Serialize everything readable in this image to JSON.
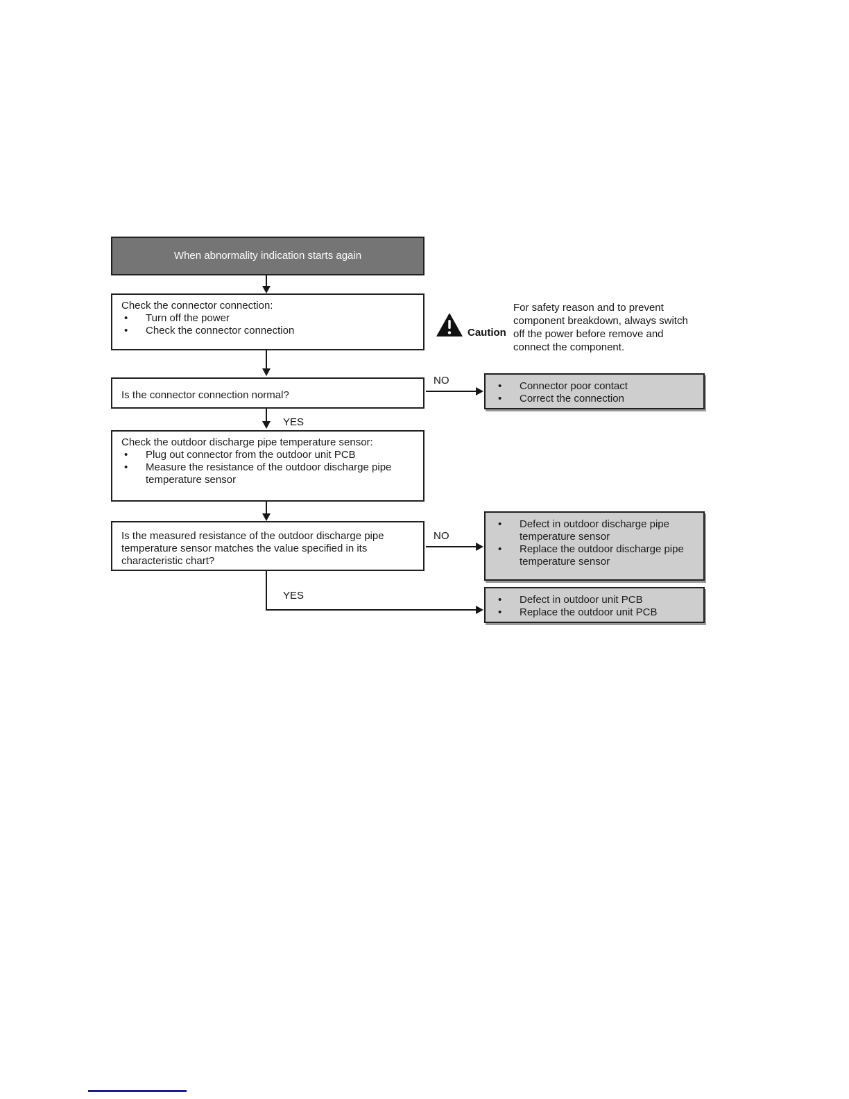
{
  "flowchart": {
    "start": {
      "label": "When abnormality indication starts again"
    },
    "step1": {
      "title": "Check the connector connection:",
      "bullets": [
        "Turn off the power",
        "Check the connector connection"
      ]
    },
    "decision1": {
      "question": "Is the connector connection normal?",
      "no_label": "NO",
      "yes_label": "YES"
    },
    "result1": {
      "bullets": [
        "Connector poor contact",
        "Correct the connection"
      ]
    },
    "step2": {
      "title": "Check the outdoor discharge pipe temperature sensor:",
      "bullets": [
        "Plug out connector from the outdoor unit PCB",
        "Measure the resistance of the outdoor discharge pipe temperature sensor"
      ]
    },
    "decision2": {
      "question": "Is the measured resistance of the outdoor discharge pipe temperature sensor matches the value specified in its characteristic chart?",
      "no_label": "NO",
      "yes_label": "YES"
    },
    "result2": {
      "bullets": [
        "Defect in outdoor discharge pipe temperature sensor",
        "Replace the outdoor discharge pipe temperature sensor"
      ]
    },
    "result3": {
      "bullets": [
        "Defect in outdoor unit PCB",
        "Replace the outdoor unit PCB"
      ]
    }
  },
  "caution": {
    "label": "Caution",
    "icon": "warning-triangle-icon",
    "text": "For safety reason and to prevent component breakdown, always switch off the power before remove and connect the component."
  },
  "colors": {
    "start_fill": "#757575",
    "result_fill": "#cecece",
    "line": "#161616",
    "footer_rule": "#1b1b8e"
  }
}
